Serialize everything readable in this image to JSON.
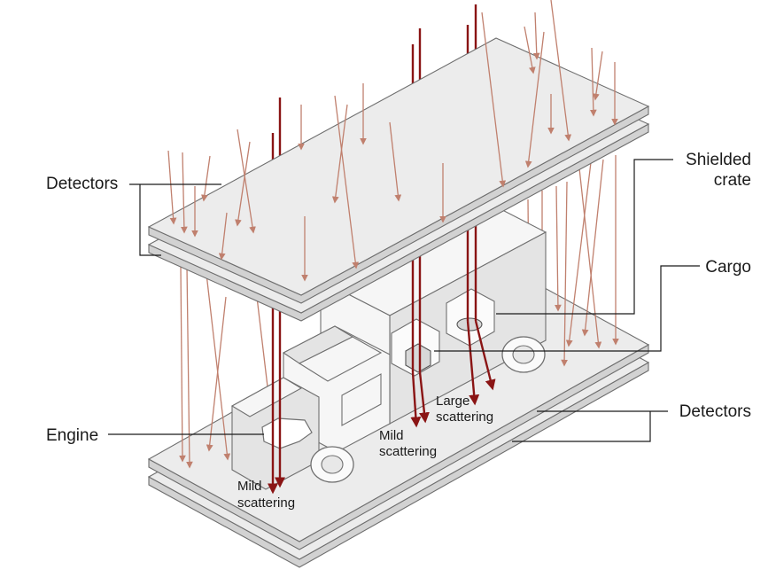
{
  "labels": {
    "detectors_top": "Detectors",
    "shielded_crate_line1": "Shielded",
    "shielded_crate_line2": "crate",
    "cargo": "Cargo",
    "detectors_bottom": "Detectors",
    "engine": "Engine",
    "large_scattering_line1": "Large",
    "large_scattering_line2": "scattering",
    "mild_scattering_mid_line1": "Mild",
    "mild_scattering_mid_line2": "scattering",
    "mild_scattering_low_line1": "Mild",
    "mild_scattering_low_line2": "scattering"
  },
  "colors": {
    "muon_light": "#c0806e",
    "muon_dark": "#8a1414",
    "plate_fill": "#ececec",
    "label_text": "#1a1a1a"
  }
}
